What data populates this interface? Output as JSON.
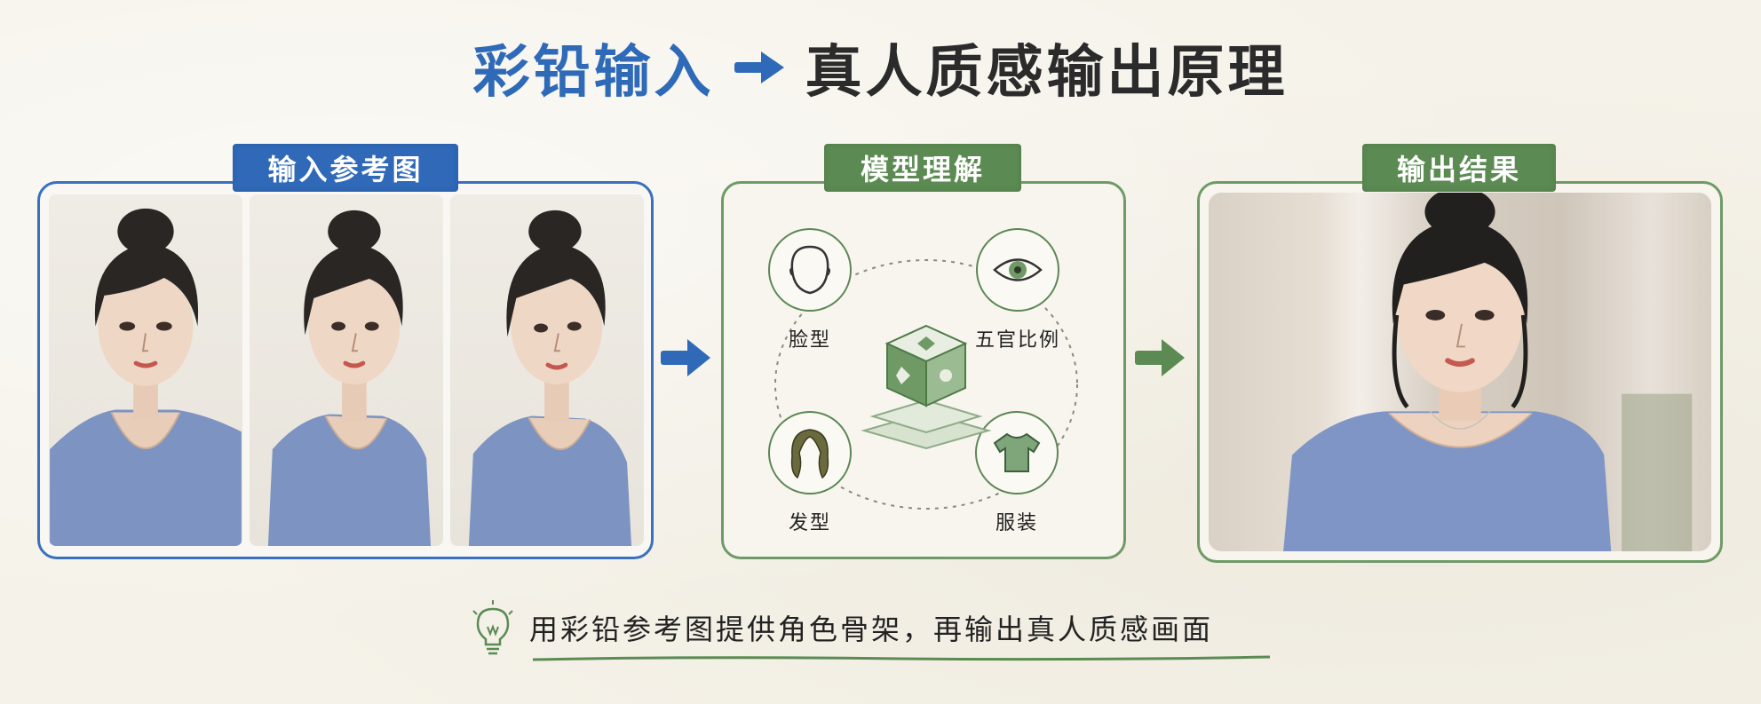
{
  "title": {
    "part1": "彩铅输入",
    "part2": "真人质感输出原理"
  },
  "sections": {
    "input_label": "输入参考图",
    "model_label": "模型理解",
    "output_label": "输出结果"
  },
  "features": {
    "face_shape": "脸型",
    "facial_proportion": "五官比例",
    "hairstyle": "发型",
    "clothing": "服装"
  },
  "caption": "用彩铅参考图提供角色骨架，再输出真人质感画面",
  "colors": {
    "blue": "#2f69b8",
    "green": "#5b8b52",
    "background": "#f5f2e9",
    "text": "#2b2b2b"
  },
  "icons": {
    "title_arrow": "arrow-right-icon",
    "face": "face-outline-icon",
    "eye": "eye-icon",
    "hair": "hair-icon",
    "shirt": "tshirt-icon",
    "model": "cube-model-icon",
    "caption": "lightbulb-icon"
  }
}
